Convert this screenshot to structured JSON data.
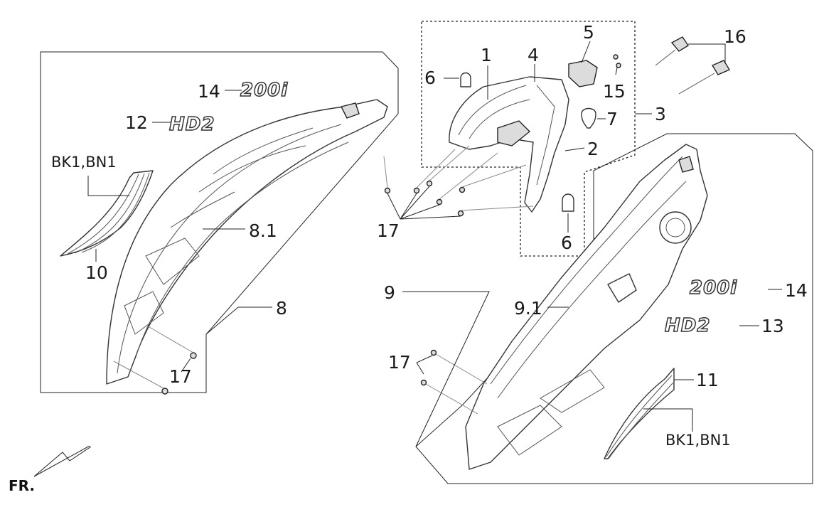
{
  "labels": {
    "c1": "1",
    "c2": "2",
    "c3": "3",
    "c4": "4",
    "c5": "5",
    "c6a": "6",
    "c6b": "6",
    "c7": "7",
    "c8": "8",
    "c81": "8.1",
    "c9": "9",
    "c91": "9.1",
    "c10": "10",
    "c11": "11",
    "c12": "12",
    "c13": "13",
    "c14a": "14",
    "c14b": "14",
    "c15": "15",
    "c16": "16",
    "c17a": "17",
    "c17b": "17",
    "c17c": "17",
    "bk_left": "BK1,BN1",
    "bk_right": "BK1,BN1",
    "badge_hd_left": "HD2",
    "badge_hd_right": "HD2",
    "badge_200_left": "200i",
    "badge_200_right": "200i",
    "fr": "FR."
  }
}
